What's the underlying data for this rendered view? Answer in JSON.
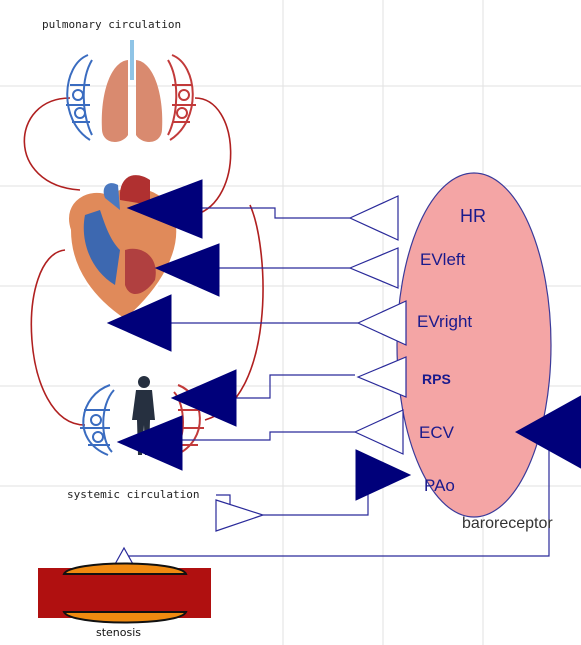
{
  "labels": {
    "pulmonary": "pulmonary circulation",
    "systemic": "systemic circulation",
    "stenosis": "stenosis",
    "baroreceptor": "baroreceptor"
  },
  "ports": {
    "hr": "HR",
    "ev_left": "EVleft",
    "ev_right": "EVright",
    "rps": "RPS",
    "ecv": "ECV",
    "pao": "PAo"
  },
  "colors": {
    "connector": "#00007a",
    "wire": "#2a2a9a",
    "ellipse_fill": "#f4a5a5",
    "ellipse_stroke": "#3a3a9a",
    "circulation_loop": "#b02020",
    "grid": "#e2e2e2",
    "stenosis_wall": "#b01010",
    "stenosis_plaque": "#f08a10"
  },
  "icons": {
    "lungs": "lungs-icon",
    "heart": "heart-icon",
    "body": "human-figure-icon",
    "capillaries": "capillary-bed-icon"
  }
}
